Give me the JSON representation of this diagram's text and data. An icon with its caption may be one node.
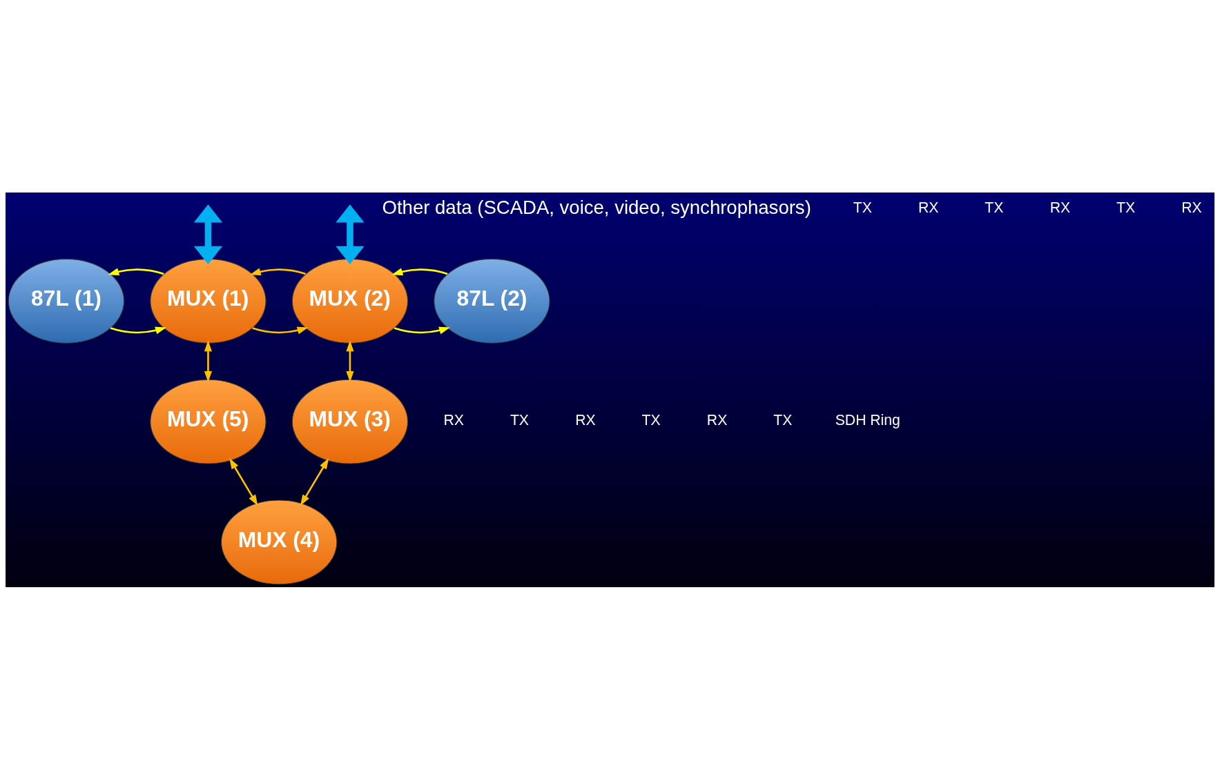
{
  "diagram": {
    "nodes": [
      {
        "text": [
          "87L (1)"
        ]
      },
      {
        "text": [
          "MUX (1)"
        ]
      },
      {
        "text": [
          "MUX (2)"
        ]
      },
      {
        "text": [
          "87L (2)"
        ]
      },
      {
        "text": [
          "MUX (5)"
        ]
      },
      {
        "text": [
          "MUX (3)"
        ]
      },
      {
        "text": [
          "MUX (4)"
        ]
      }
    ],
    "edges": [
      {
        "from": 0,
        "to": 1,
        "arrow": "to",
        "color": "#ffff00"
      },
      {
        "from": 1,
        "to": 0,
        "arrow": "to",
        "color": "#ffff00"
      },
      {
        "from": 1,
        "to": 2,
        "arrow": "to"
      },
      {
        "from": 2,
        "to": 1,
        "arrow": "to"
      },
      {
        "from": 2,
        "to": 3,
        "arrow": "to",
        "color": "#ffff00"
      },
      {
        "from": 3,
        "to": 2,
        "arrow": "to",
        "color": "#ffff00"
      },
      {
        "from": 1,
        "to": 4,
        "arrow": "both"
      },
      {
        "from": 2,
        "to": 5,
        "arrow": "both"
      },
      {
        "from": 4,
        "to": 6,
        "arrow": "both"
      },
      {
        "from": 5,
        "to": 6,
        "arrow": "both"
      },
      {
        "from": null,
        "to": 1,
        "arrow": "both",
        "style": "thick",
        "color": "#00b0f0"
      },
      {
        "from": null,
        "to": 2,
        "arrow": "both",
        "style": "thick",
        "color": "#00b0f0"
      }
    ],
    "labels": [
      "Other data (SCADA, voice, video, synchrophasors)",
      "TX",
      "RX",
      "TX",
      "RX",
      "TX",
      "RX",
      "RX",
      "TX",
      "RX",
      "TX",
      "RX",
      "TX",
      "SDH Ring"
    ]
  }
}
